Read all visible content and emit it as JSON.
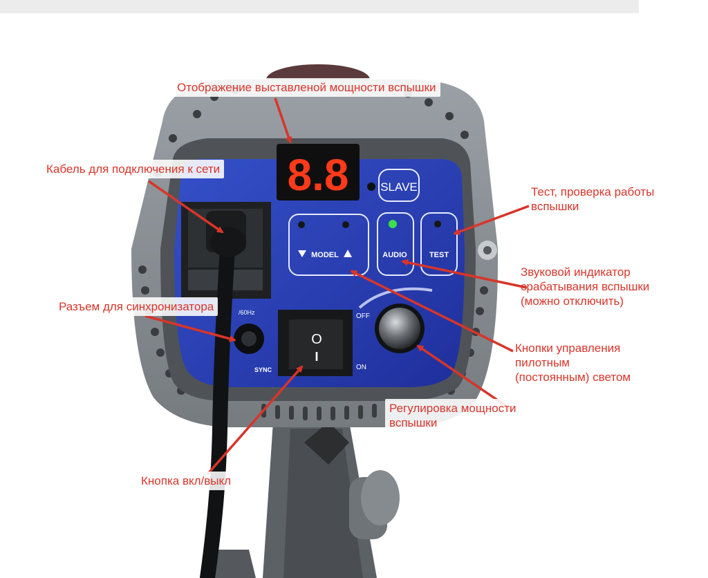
{
  "panel": {
    "display_value": "8.8",
    "slave_text": "SLAVE",
    "model_text": "MODEL",
    "audio_text": "AUDIO",
    "test_text": "TEST",
    "sync_text": "SYNC",
    "off_text": "OFF",
    "on_text": "ON",
    "hz_text": "/60Hz",
    "switch_o": "O",
    "switch_i": "I"
  },
  "labels": {
    "display": "Отображение выставленой мощности вспышки",
    "cable": "Кабель для подключения к сети",
    "test": [
      "Тест, проверка работы",
      "вспышки"
    ],
    "audio": [
      "Звуковой индикатор",
      "срабатывания вспышки",
      "(можно отключить)"
    ],
    "sync": "Разъем для синхронизатора",
    "model": [
      "Кнопки управления",
      "пилотным",
      "(постоянным) светом"
    ],
    "power": [
      "Регулировка мощности",
      "вспышки"
    ],
    "switch": "Кнопка вкл/выкл"
  },
  "colors": {
    "label": "#d8352a",
    "panel_blue": "#2a3fb8",
    "housing_gray": "#8c9196",
    "led_green": "#3de04a",
    "display_red": "#ff3a1a"
  }
}
